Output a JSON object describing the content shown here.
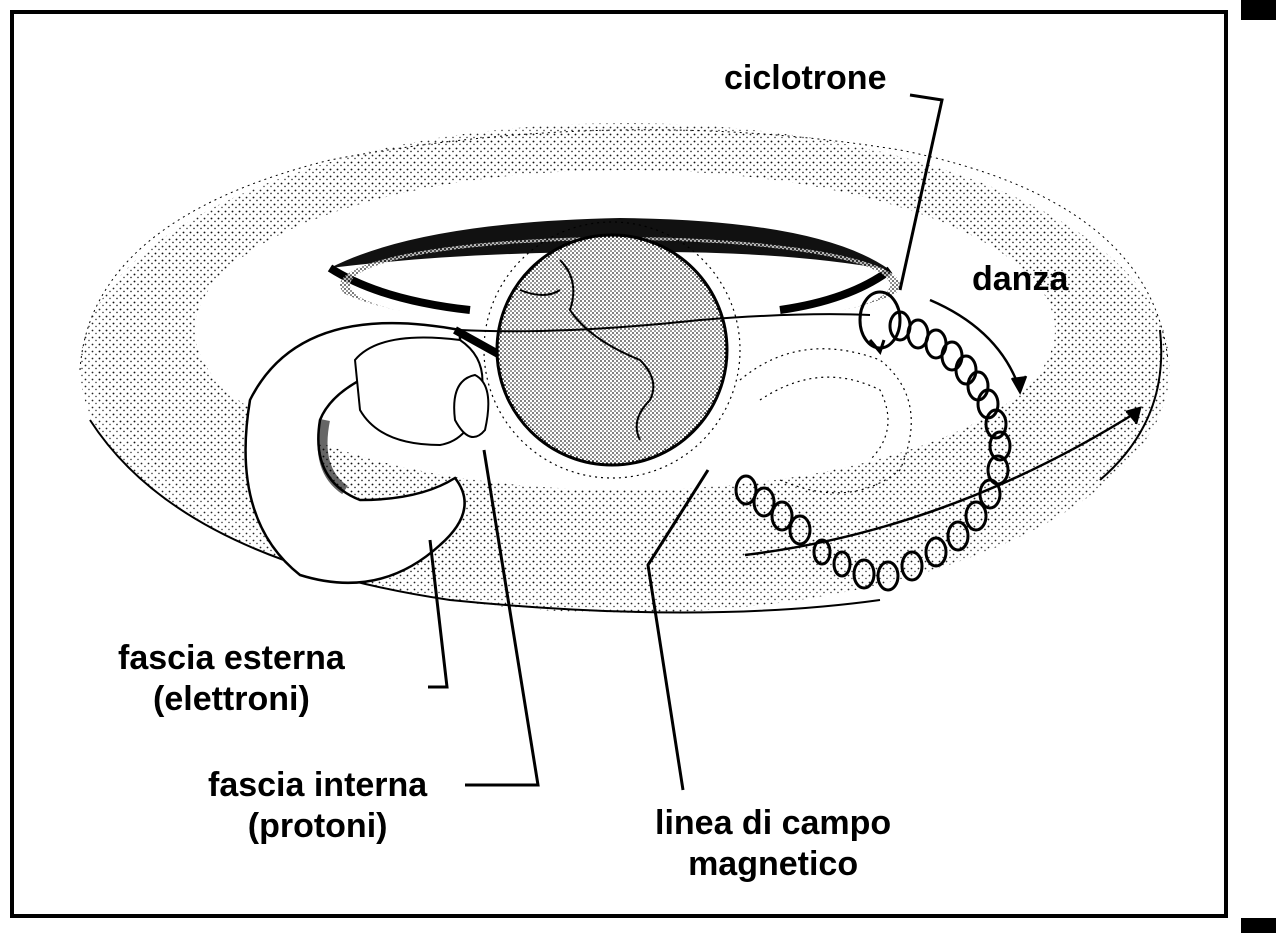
{
  "labels": {
    "ciclotrone": "ciclotrone",
    "danza": "danza",
    "fascia_esterna_1": "fascia esterna",
    "fascia_esterna_2": "(elettroni)",
    "fascia_interna_1": "fascia interna",
    "fascia_interna_2": "(protoni)",
    "linea_campo_1": "linea di campo",
    "linea_campo_2": "magnetico"
  },
  "colors": {
    "ink": "#000000",
    "background": "#ffffff"
  }
}
